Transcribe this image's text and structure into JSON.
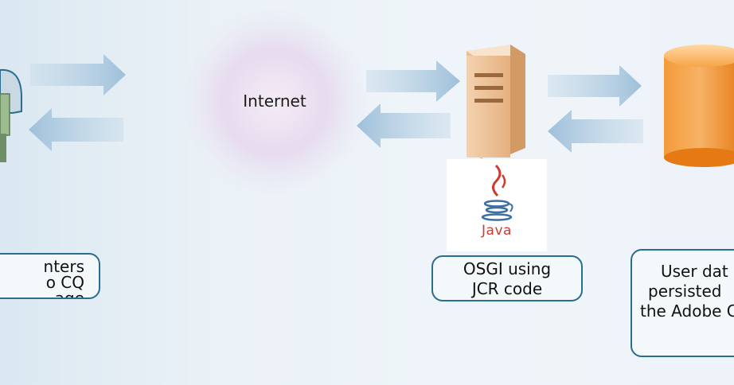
{
  "nodes": {
    "internet": {
      "label": "Internet"
    },
    "java_logo": {
      "text": "Java"
    }
  },
  "labels": {
    "user_box": {
      "lines": [
        "nters",
        "o CQ",
        "age"
      ]
    },
    "osgi_box": {
      "lines": [
        "OSGI using",
        "JCR code"
      ]
    },
    "repo_box": {
      "lines": [
        "User dat",
        "persisted",
        "the Adobe C"
      ]
    }
  },
  "colors": {
    "arrow": "#a9c6dd",
    "box_border": "#2a6d8c",
    "server_body": "#eec39a",
    "cylinder": "#f28a22",
    "java_red": "#d03a2f",
    "java_blue": "#3a6ea5"
  }
}
